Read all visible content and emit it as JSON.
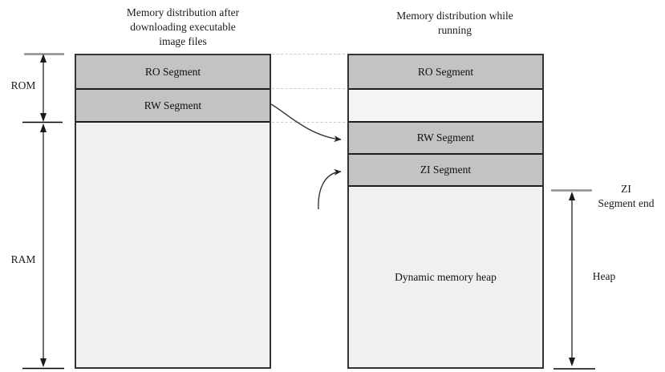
{
  "titles": {
    "left": [
      "Memory distribution after",
      "downloading executable",
      "image files"
    ],
    "right": [
      "Memory distribution while",
      "running"
    ]
  },
  "left_column": {
    "segments": [
      {
        "label": "RO Segment"
      },
      {
        "label": "RW Segment"
      },
      {
        "label": ""
      }
    ]
  },
  "right_column": {
    "segments": [
      {
        "label": "RO Segment"
      },
      {
        "label": ""
      },
      {
        "label": "RW Segment"
      },
      {
        "label": "ZI Segment"
      },
      {
        "label": "Dynamic memory heap"
      }
    ]
  },
  "measures": {
    "rom": "ROM",
    "ram": "RAM",
    "heap": "Heap",
    "zi_end": [
      "ZI",
      "Segment end"
    ]
  },
  "colors": {
    "segment_fill_dark": "#c3c3c3",
    "segment_fill_light": "#f0f0f0",
    "reserved_gap_fill": "#f4f4f4",
    "box_border": "#333333",
    "arrow_stroke": "#333333",
    "dashed_guide": "#c9c9c9",
    "tick_gray": "#8f8f8f",
    "tick_black": "#000000",
    "background": "#ffffff"
  }
}
